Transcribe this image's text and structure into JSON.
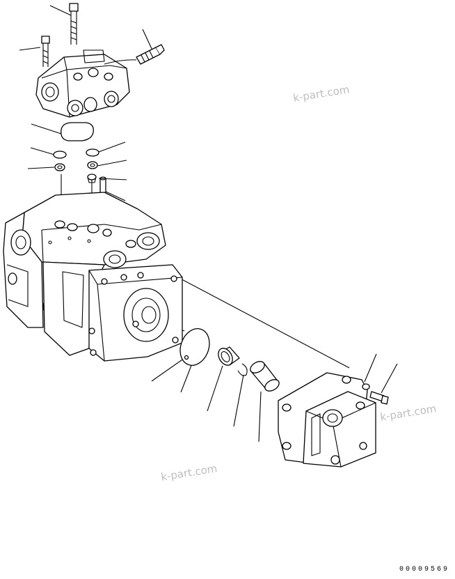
{
  "watermarks": [
    "k-part.com",
    "k-part.com",
    "k-part.com"
  ],
  "document_number": "00009569"
}
